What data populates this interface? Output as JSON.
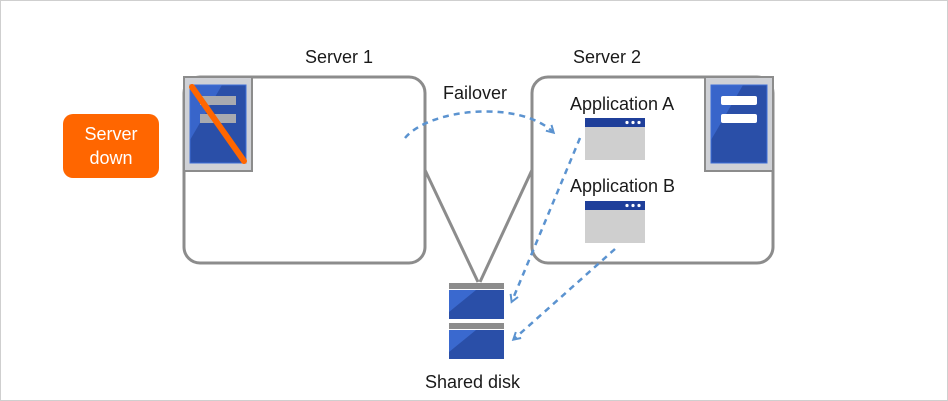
{
  "labels": {
    "server1": "Server 1",
    "server2": "Server 2",
    "failover": "Failover",
    "app_a": "Application A",
    "app_b": "Application B",
    "shared_disk": "Shared disk",
    "server_down_line1": "Server",
    "server_down_line2": "down"
  },
  "icons": {
    "server1": "server-down-icon",
    "server2": "server-icon",
    "app_a": "application-window-icon",
    "app_b": "application-window-icon",
    "disk": "shared-disk-icon"
  },
  "colors": {
    "server_body": "#2a4fa8",
    "server_highlight": "#3f6fd8",
    "server_bg": "#cfd1d6",
    "box_stroke": "#8c8c8c",
    "arrow": "#5b93d0",
    "cross": "#ff6600",
    "badge": "#ff6600",
    "window_title": "#1f3f9a",
    "window_body": "#cfcfcf"
  }
}
